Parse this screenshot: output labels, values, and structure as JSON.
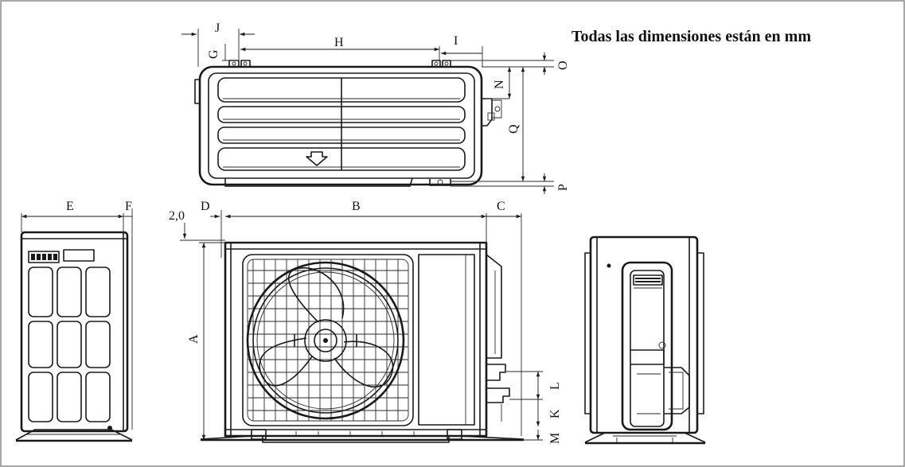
{
  "note": "Todas las dimensiones están en mm",
  "labels": {
    "A": "A",
    "B": "B",
    "C": "C",
    "D": "D",
    "E": "E",
    "F": "F",
    "G": "G",
    "H": "H",
    "I": "I",
    "J": "J",
    "K": "K",
    "L": "L",
    "M": "M",
    "N": "N",
    "O": "O",
    "P": "P",
    "Q": "Q",
    "offset": "2,0"
  },
  "colors": {
    "line": "#1a1a1a",
    "frame": "#8a8a8a",
    "background": "#ffffff"
  }
}
